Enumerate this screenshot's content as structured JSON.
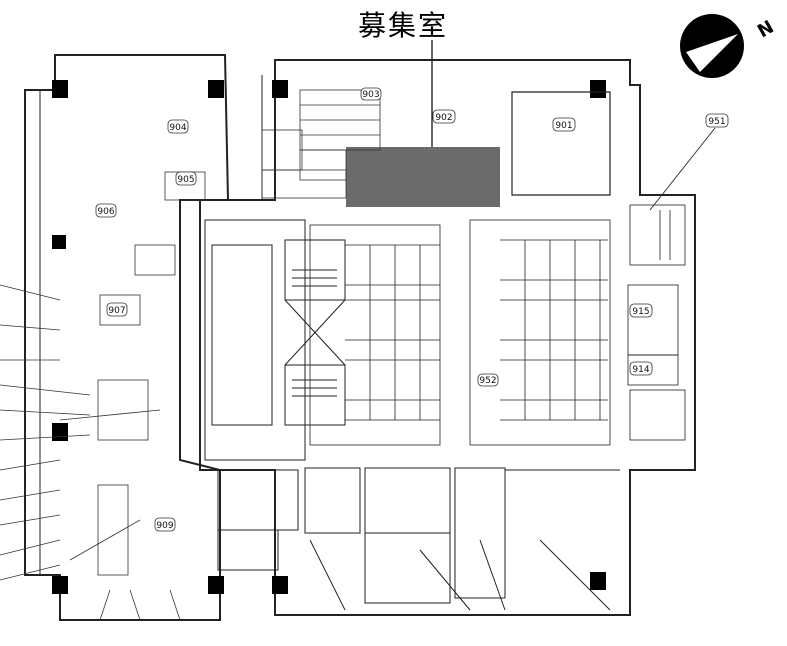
{
  "title": "募集室",
  "highlight_color": "#6b6b6b",
  "rooms": [
    {
      "id": "904",
      "label": "904"
    },
    {
      "id": "905",
      "label": "905"
    },
    {
      "id": "906",
      "label": "906"
    },
    {
      "id": "907",
      "label": "907"
    },
    {
      "id": "909",
      "label": "909"
    },
    {
      "id": "902",
      "label": "902"
    },
    {
      "id": "901",
      "label": "901"
    },
    {
      "id": "903",
      "label": "903"
    },
    {
      "id": "951",
      "label": "951"
    },
    {
      "id": "915",
      "label": "915"
    },
    {
      "id": "914",
      "label": "914"
    },
    {
      "id": "952",
      "label": "952"
    }
  ],
  "compass": {
    "label": "N",
    "icon": "north-arrow-icon"
  }
}
